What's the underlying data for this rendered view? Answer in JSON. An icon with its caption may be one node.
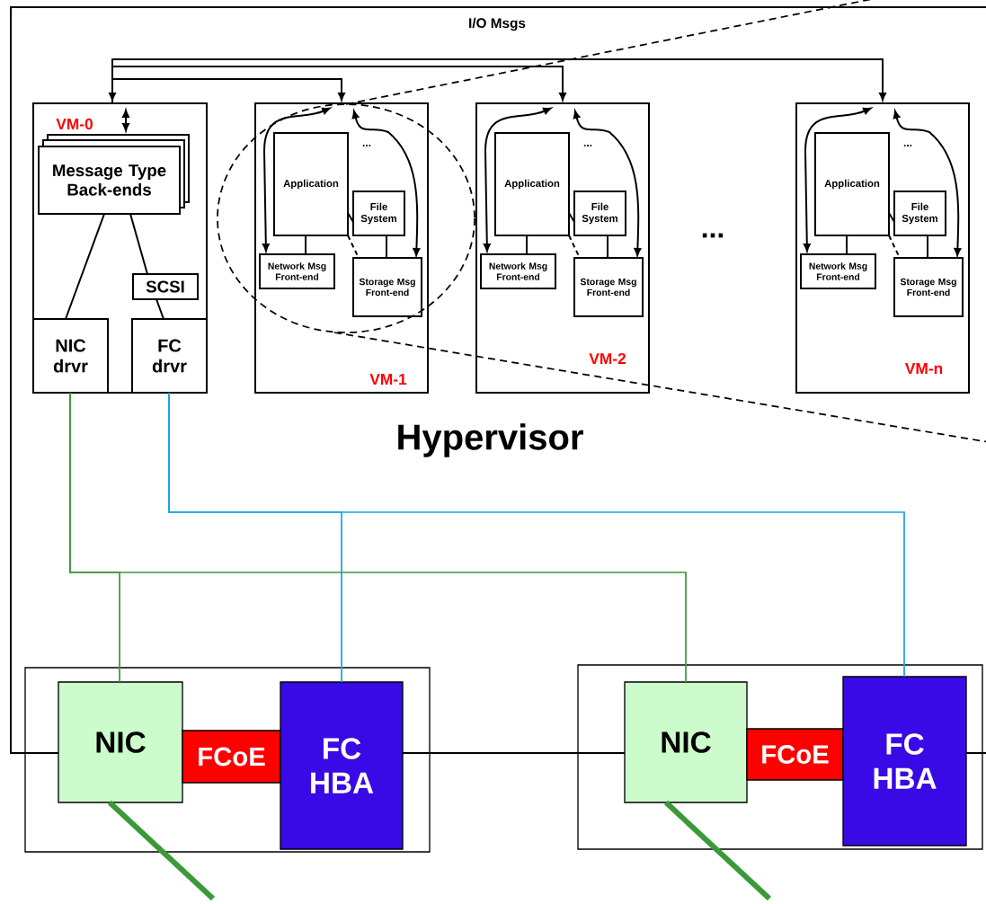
{
  "diagram": {
    "nodes": [
      {
        "text": [
          "Hypervisor"
        ]
      },
      {
        "text": [
          "VM-0"
        ],
        "in": 0
      },
      {
        "text": [
          "Message Type Back-ends"
        ],
        "in": 1
      },
      {
        "text": [
          "SCSI"
        ],
        "in": 1
      },
      {
        "text": [
          "NIC drvr"
        ],
        "in": 1
      },
      {
        "text": [
          "FC drvr"
        ],
        "in": 1
      },
      {
        "text": [
          "VM-1"
        ],
        "in": 0
      },
      {
        "text": [
          "Application"
        ],
        "in": 6
      },
      {
        "text": [
          "File System"
        ],
        "in": 6
      },
      {
        "text": [
          "Network Msg Front-end"
        ],
        "in": 6
      },
      {
        "text": [
          "Storage Msg Front-end"
        ],
        "in": 6
      },
      {
        "text": [
          "VM-2"
        ],
        "in": 0
      },
      {
        "text": [
          "Application"
        ],
        "in": 11
      },
      {
        "text": [
          "File System"
        ],
        "in": 11
      },
      {
        "text": [
          "Network Msg Front-end"
        ],
        "in": 11
      },
      {
        "text": [
          "Storage Msg Front-end"
        ],
        "in": 11
      },
      {
        "text": [
          "VM-n"
        ],
        "in": 0
      },
      {
        "text": [
          "Application"
        ],
        "in": 16
      },
      {
        "text": [
          "File System"
        ],
        "in": 16
      },
      {
        "text": [
          "Network Msg Front-end"
        ],
        "in": 16
      },
      {
        "text": [
          "Storage Msg Front-end"
        ],
        "in": 16
      },
      {
        "text": [],
        "shape": "box"
      },
      {
        "text": [
          "NIC"
        ],
        "in": 21
      },
      {
        "text": [
          "FCoE"
        ],
        "in": 21
      },
      {
        "text": [
          "FC HBA"
        ],
        "in": 21
      },
      {
        "text": [],
        "shape": "box"
      },
      {
        "text": [
          "NIC"
        ],
        "in": 25
      },
      {
        "text": [
          "FCoE"
        ],
        "in": 25
      },
      {
        "text": [
          "FC HBA"
        ],
        "in": 25
      }
    ],
    "edges": [
      {
        "from": null,
        "to": 2,
        "arrow": "both"
      },
      {
        "from": 1,
        "to": 6,
        "arrow": "both"
      },
      {
        "from": 1,
        "to": 11,
        "arrow": "to"
      },
      {
        "from": 1,
        "to": 16,
        "arrow": "to"
      },
      {
        "from": 2,
        "to": 4,
        "arrow": "none"
      },
      {
        "from": 2,
        "to": 3,
        "arrow": "none"
      },
      {
        "from": 3,
        "to": 5,
        "arrow": "none"
      },
      {
        "from": null,
        "to": 9,
        "arrow": "both"
      },
      {
        "from": null,
        "to": 10,
        "arrow": "both"
      },
      {
        "from": 7,
        "to": 9,
        "arrow": "none"
      },
      {
        "from": 8,
        "to": 10,
        "arrow": "none"
      },
      {
        "from": 7,
        "to": 8,
        "arrow": "none"
      },
      {
        "from": 7,
        "to": 10,
        "arrow": "none",
        "style": "dashed"
      },
      {
        "from": null,
        "to": 14,
        "arrow": "both"
      },
      {
        "from": null,
        "to": 15,
        "arrow": "both"
      },
      {
        "from": 12,
        "to": 14,
        "arrow": "none"
      },
      {
        "from": 13,
        "to": 15,
        "arrow": "none"
      },
      {
        "from": 12,
        "to": 13,
        "arrow": "none"
      },
      {
        "from": 12,
        "to": 15,
        "arrow": "none",
        "style": "dashed"
      },
      {
        "from": null,
        "to": 19,
        "arrow": "both"
      },
      {
        "from": null,
        "to": 20,
        "arrow": "both"
      },
      {
        "from": 17,
        "to": 19,
        "arrow": "none"
      },
      {
        "from": 18,
        "to": 20,
        "arrow": "none"
      },
      {
        "from": 17,
        "to": 18,
        "arrow": "none"
      },
      {
        "from": 17,
        "to": 20,
        "arrow": "none",
        "style": "dashed"
      },
      {
        "from": 4,
        "to": 22,
        "arrow": "none",
        "color": "#3a9a3a"
      },
      {
        "from": 4,
        "to": 26,
        "arrow": "none",
        "color": "#3a9a3a"
      },
      {
        "from": 5,
        "to": 24,
        "arrow": "none",
        "color": "#1aa6e0"
      },
      {
        "from": 5,
        "to": 28,
        "arrow": "none",
        "color": "#1aa6e0"
      },
      {
        "from": 22,
        "to": null,
        "arrow": "none",
        "style": "thick",
        "color": "#3a9a3a"
      },
      {
        "from": 26,
        "to": null,
        "arrow": "none",
        "style": "thick",
        "color": "#3a9a3a"
      }
    ],
    "labels": [
      "I/O Msgs",
      "...",
      "...",
      "...",
      "..."
    ]
  }
}
